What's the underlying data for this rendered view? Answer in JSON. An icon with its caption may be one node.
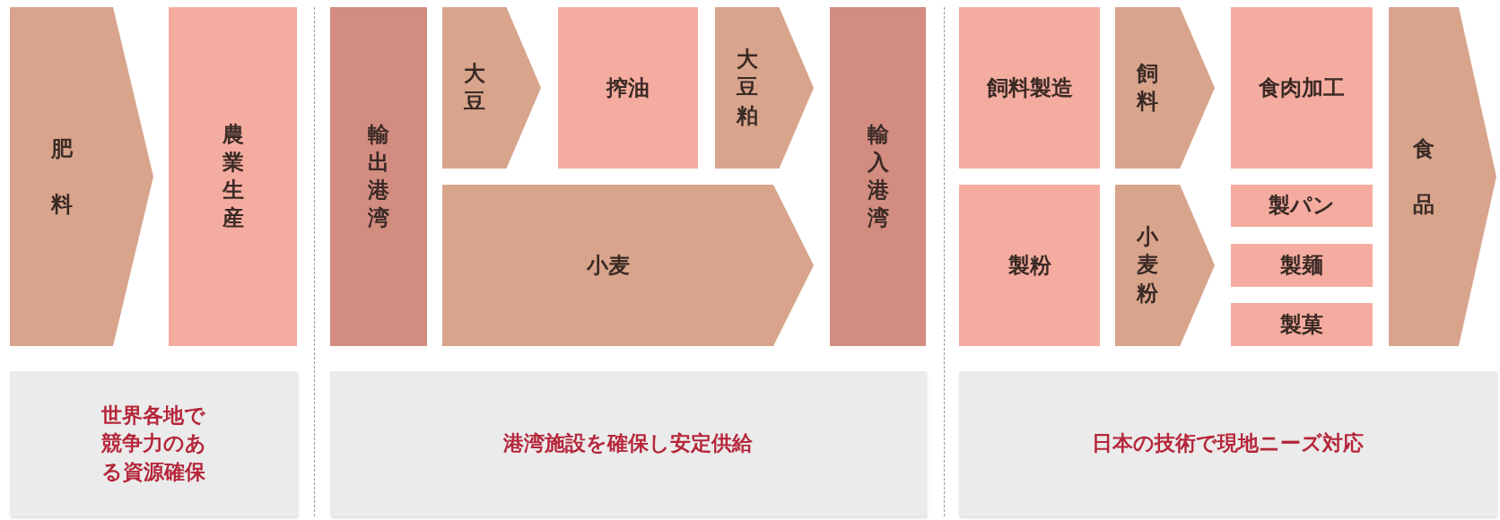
{
  "diagram": {
    "nodes": [
      {
        "text": [
          "肥料"
        ]
      },
      {
        "text": [
          "農業生産"
        ]
      },
      {
        "text": [
          "輸出港湾"
        ]
      },
      {
        "text": [
          "大豆"
        ]
      },
      {
        "text": [
          "搾油"
        ]
      },
      {
        "text": [
          "大豆粕"
        ]
      },
      {
        "text": [
          "小麦"
        ]
      },
      {
        "text": [
          "輸入港湾"
        ]
      },
      {
        "text": [
          "飼料製造"
        ]
      },
      {
        "text": [
          "飼料"
        ]
      },
      {
        "text": [
          "食肉加工"
        ]
      },
      {
        "text": [
          "製粉"
        ]
      },
      {
        "text": [
          "小麦粉"
        ]
      },
      {
        "text": [
          "製パン"
        ]
      },
      {
        "text": [
          "製麺"
        ]
      },
      {
        "text": [
          "製菓"
        ]
      },
      {
        "text": [
          "食品"
        ]
      },
      {
        "text": [
          "世界各地で競争力のある資源確保"
        ]
      },
      {
        "text": [
          "港湾施設を確保し安定供給"
        ]
      },
      {
        "text": [
          "日本の技術で現地ニーズ対応"
        ]
      }
    ],
    "edges": []
  }
}
